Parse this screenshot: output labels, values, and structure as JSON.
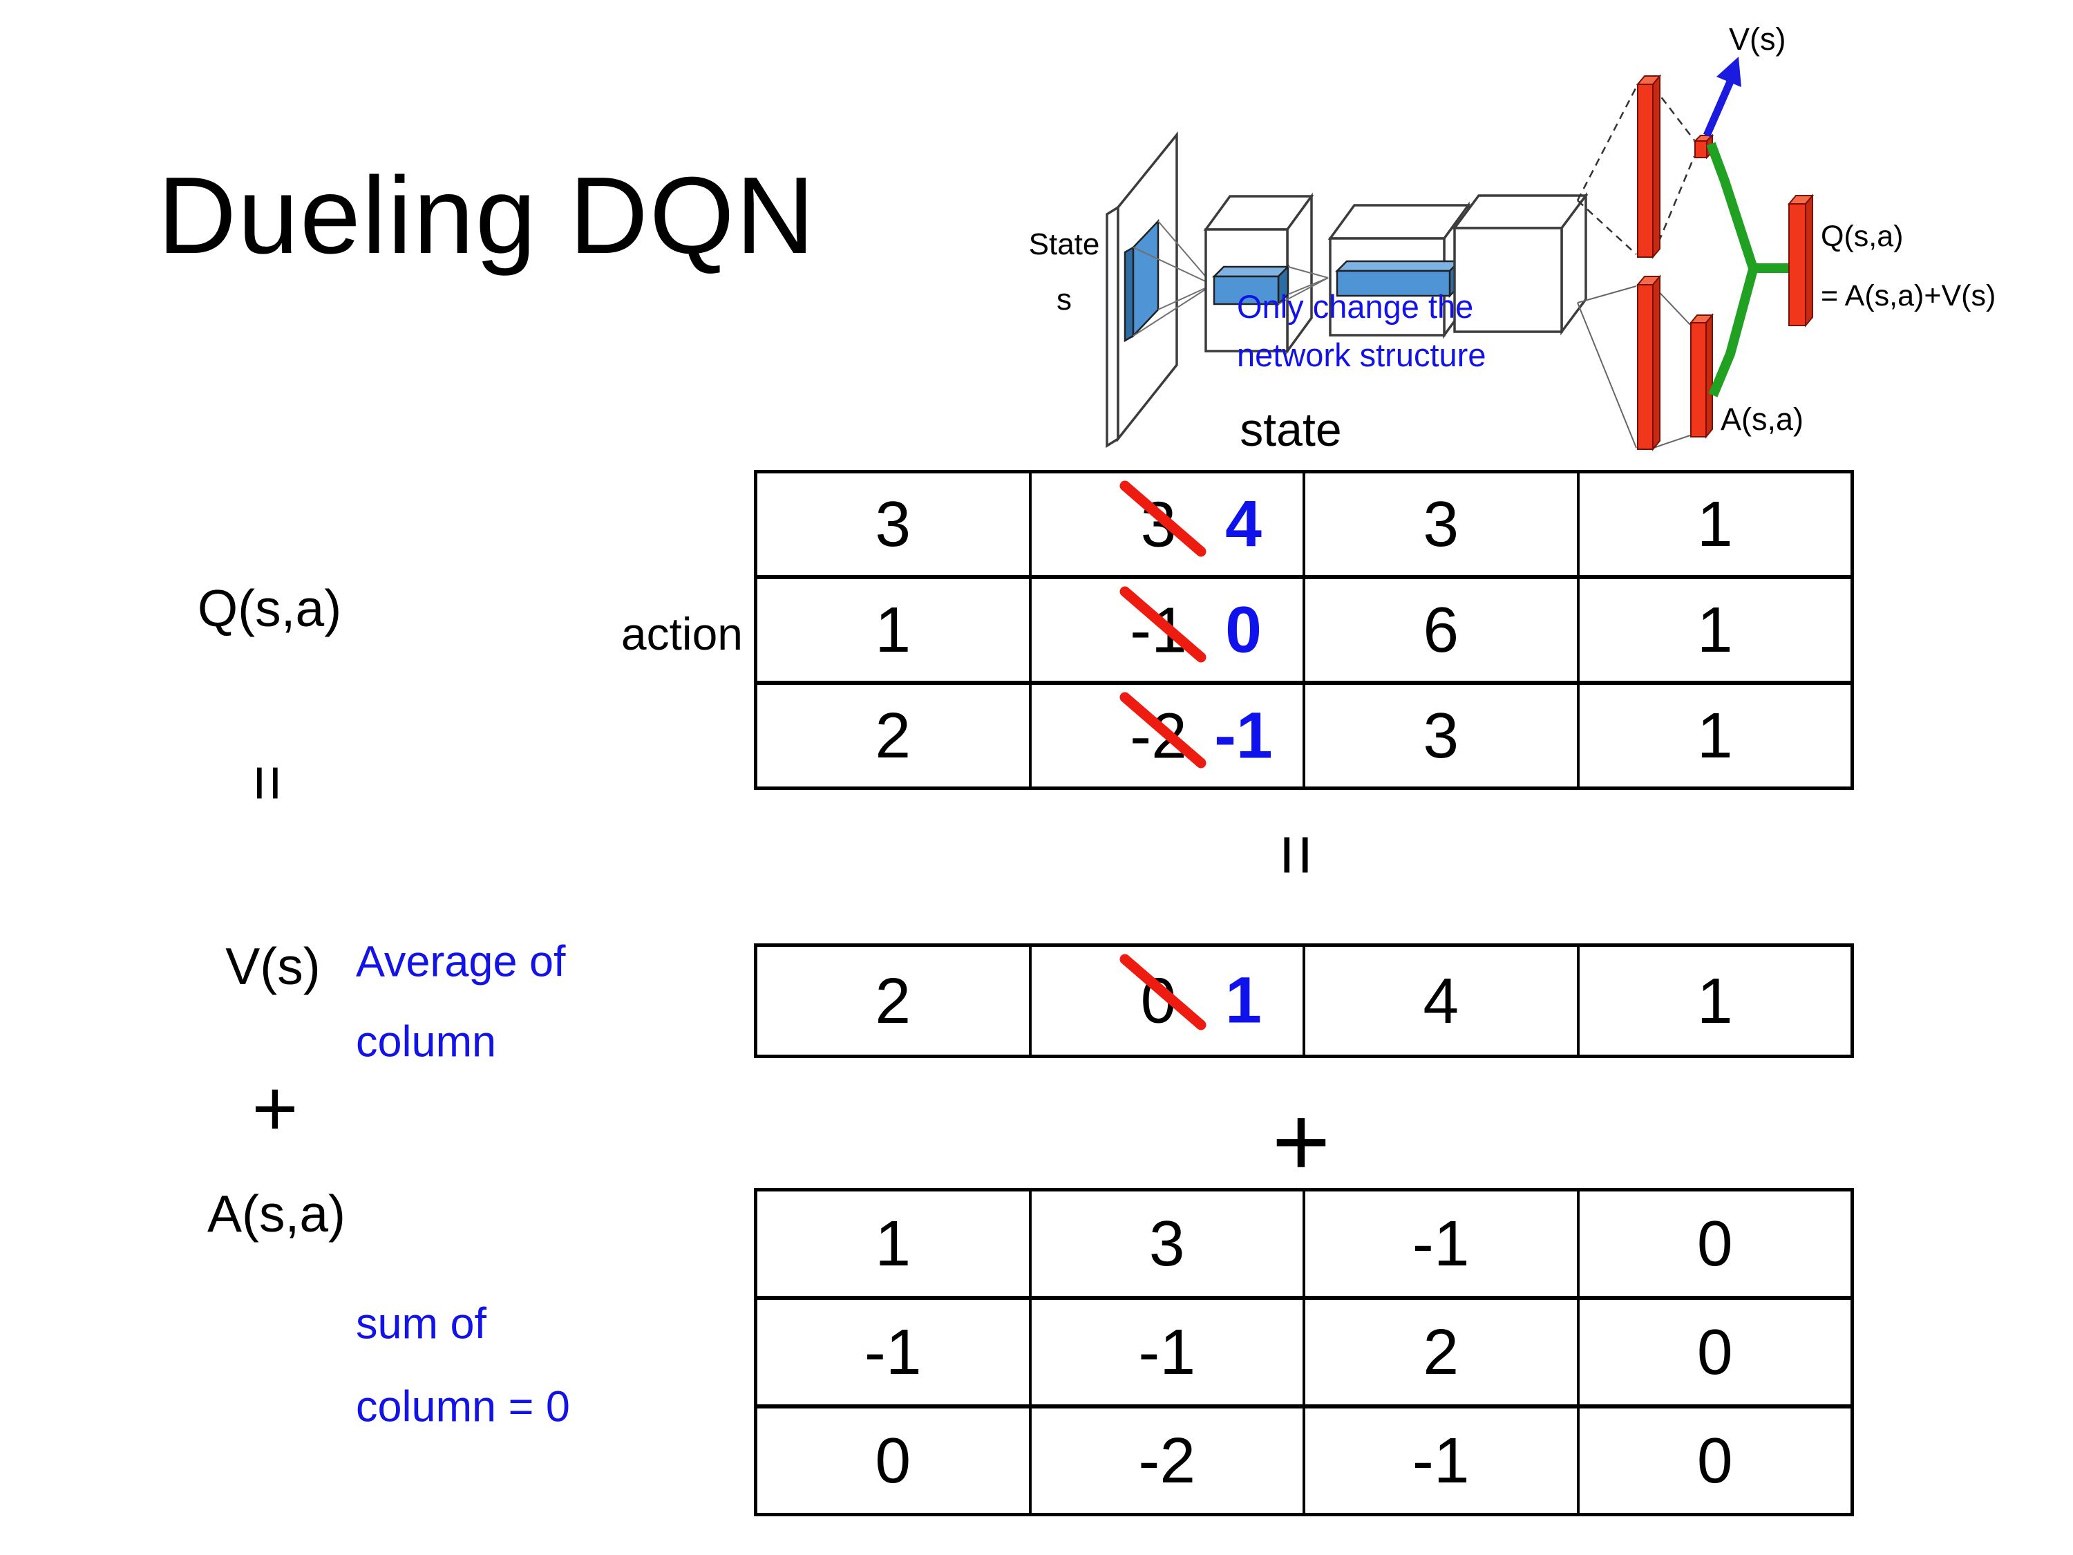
{
  "title": "Dueling DQN",
  "diagram": {
    "state_line1": "State",
    "state_line2": "s",
    "note_line1": "Only change the",
    "note_line2": "network structure",
    "v_out_label": "V(s)",
    "q_out_line1": "Q(s,a)",
    "q_out_line2": "= A(s,a)+V(s)",
    "a_out_label": "A(s,a)"
  },
  "labels": {
    "q": "Q(s,a)",
    "v": "V(s)",
    "a": "A(s,a)",
    "eq": "=",
    "plus": "+",
    "action": "action",
    "state": "state",
    "avg_line1": "Average of",
    "avg_line2": "column",
    "sum_line1": "sum of",
    "sum_line2": "column = 0"
  },
  "q_table": [
    [
      "3",
      {
        "old": "3",
        "new": "4"
      },
      "3",
      "1"
    ],
    [
      "1",
      {
        "old": "-1",
        "new": "0"
      },
      "6",
      "1"
    ],
    [
      "2",
      {
        "old": "-2",
        "new": "-1"
      },
      "3",
      "1"
    ]
  ],
  "v_table": [
    [
      "2",
      {
        "old": "0",
        "new": "1"
      },
      "4",
      "1"
    ]
  ],
  "a_table": [
    [
      "1",
      "3",
      "-1",
      "0"
    ],
    [
      "-1",
      "-1",
      "2",
      "0"
    ],
    [
      "0",
      "-2",
      "-1",
      "0"
    ]
  ],
  "colors": {
    "highlight_blue": "#1012ec",
    "note_blue": "#1313e8",
    "strike_red": "#ee1b10",
    "bar_red_front": "#f0371c",
    "bar_red_top": "#f56b4a",
    "bar_red_side": "#c62a10",
    "plate_blue_front": "#4f94d4",
    "plate_blue_top": "#7fb3e3",
    "plate_blue_side": "#2e6da4",
    "green": "#21a121",
    "arrow_blue": "#1b1be0"
  }
}
